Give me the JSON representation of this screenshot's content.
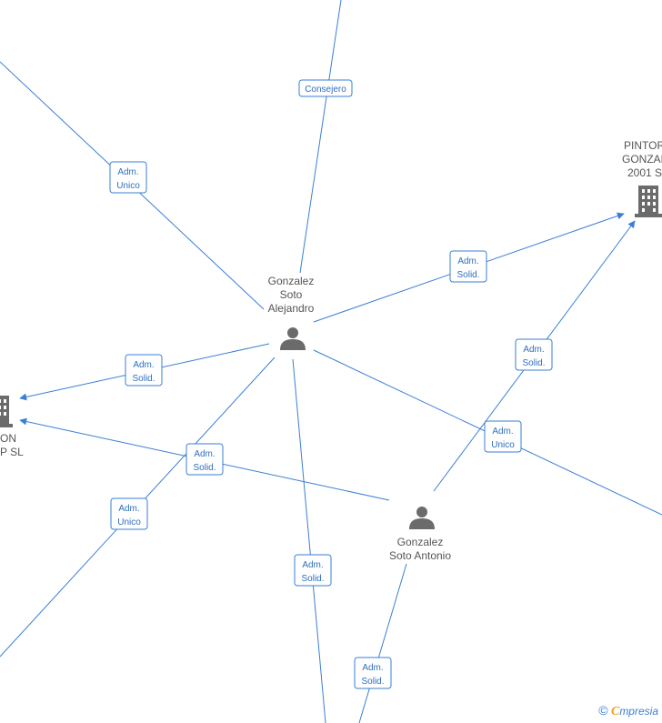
{
  "nodes": {
    "alejandro": {
      "lines": [
        "Gonzalez",
        "Soto",
        "Alejandro"
      ],
      "icon": "person-icon"
    },
    "antonio": {
      "lines": [
        "Gonzalez",
        "Soto Antonio"
      ],
      "icon": "person-icon"
    },
    "pintor": {
      "lines": [
        "PINTORI",
        "GONZAL",
        "2001 S"
      ],
      "icon": "building-icon"
    },
    "left_company": {
      "lines": [
        "ON",
        "P SL"
      ],
      "icon": "building-icon"
    }
  },
  "edges": [
    {
      "id": "e1",
      "label": [
        "Consejero"
      ]
    },
    {
      "id": "e2",
      "label": [
        "Adm.",
        "Unico"
      ]
    },
    {
      "id": "e3",
      "label": [
        "Adm.",
        "Solid."
      ]
    },
    {
      "id": "e4",
      "label": [
        "Adm.",
        "Solid."
      ]
    },
    {
      "id": "e5",
      "label": [
        "Adm.",
        "Unico"
      ]
    },
    {
      "id": "e6",
      "label": [
        "Adm.",
        "Solid."
      ]
    },
    {
      "id": "e7",
      "label": [
        "Adm.",
        "Solid."
      ]
    },
    {
      "id": "e8",
      "label": [
        "Adm.",
        "Unico"
      ]
    },
    {
      "id": "e9",
      "label": [
        "Adm.",
        "Solid."
      ]
    },
    {
      "id": "e10",
      "label": [
        "Adm.",
        "Solid."
      ]
    }
  ],
  "footer": {
    "copyright": "©",
    "brand_initial": "C",
    "brand_rest": "mpresia"
  },
  "colors": {
    "edge": "#3a7fd5",
    "node_icon": "#6b6b6b",
    "node_text": "#555555"
  }
}
